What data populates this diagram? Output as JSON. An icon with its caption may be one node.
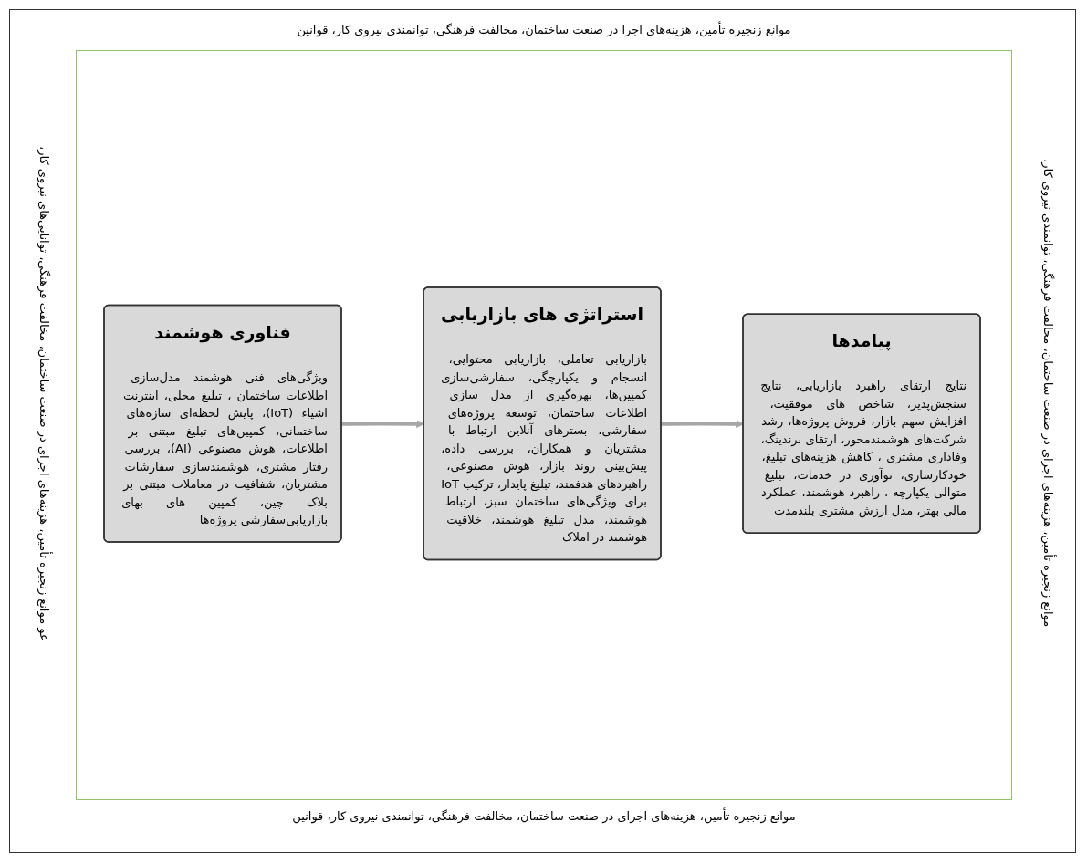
{
  "diagram": {
    "nodes": [
      {
        "text": [
          "فناوری هوشمند",
          "ویژگی‌های فنی هوشمند مدل‌سازی اطلاعات ساختمان ، تبلیغ محلی، اینترنت اشیاء (IoT)، پایش لحظه‌ای سازه‌های ساختمانی، کمپین‌های تبلیغ مبتنی بر اطلاعات، هوش مصنوعی (AI)، بررسی رفتار مشتری، هوشمندسازی سفارشات مشتریان، شفافیت در معاملات مبتنی بر بلاک چین، کمپین های بهای بازاریابی‌سفارشی پروژه‌ها"
        ]
      },
      {
        "text": [
          "استراتژی های بازاریابی",
          "بازاریابی تعاملی، بازاریابی محتوایی، انسجام و یکپارچگی، سفارشی‌سازی کمپین‌ها، بهره‌گیری از مدل سازی اطلاعات ساختمان، توسعه پروژه‌های سفارشی، بسترهای آنلاین ارتباط با مشتریان و همکاران، بررسی داده، پیش‌بینی روند بازار، هوش مصنوعی، راهبردهای هدفمند، تبلیغ پایدار، ترکیب IoT برای ویژگی‌های ساختمان سبز، ارتباط هوشمند، مدل تبلیغ هوشمند، خلاقیت هوشمند در املاک"
        ]
      },
      {
        "text": [
          "پیامدها",
          "نتایج ارتقای راهبرد بازاریابی، نتایج سنجش‌پذیر، شاخص های موفقیت، افزایش سهم بازار، فروش پروژه‌ها، رشد شرکت‌های هوشمندمحور، ارتقای برندینگ، وفاداری مشتری ، کاهش هزینه‌های تبلیغ، خودکارسازی، نوآوری در خدمات، تبلیغ متوالی یکپارچه ، راهبرد هوشمند، عملکرد مالی بهتر، مدل ارزش مشتری بلندمدت"
        ]
      }
    ],
    "edges": [
      {
        "from": 0,
        "to": 1,
        "arrow": "to",
        "color": "#a6a6a6"
      },
      {
        "from": 1,
        "to": 2,
        "arrow": "to",
        "color": "#a6a6a6"
      }
    ],
    "labels": [
      "موانع زنجیره تأمین، هزینه‌های اجرا در صنعت ساختمان، مخالفت فرهنگی، توانمندی نیروی کار، قوانین",
      "عو موانع زنجیره تأمین، هزینه‌های اجرای در صنعت ساختمان، مخالفت فرهنگی، توانایی‌های نیروی کار،",
      "موانع زنجیره تأمین، هزینه‌های اجرای در صنعت ساختمان، مخالفت فرهنگی، توانمندی نیروی کار،",
      "موانع زنجیره تأمین، هزینه‌های اجرای در صنعت ساختمان، مخالفت فرهنگی، توانمندی نیروی کار، قوانین"
    ]
  }
}
